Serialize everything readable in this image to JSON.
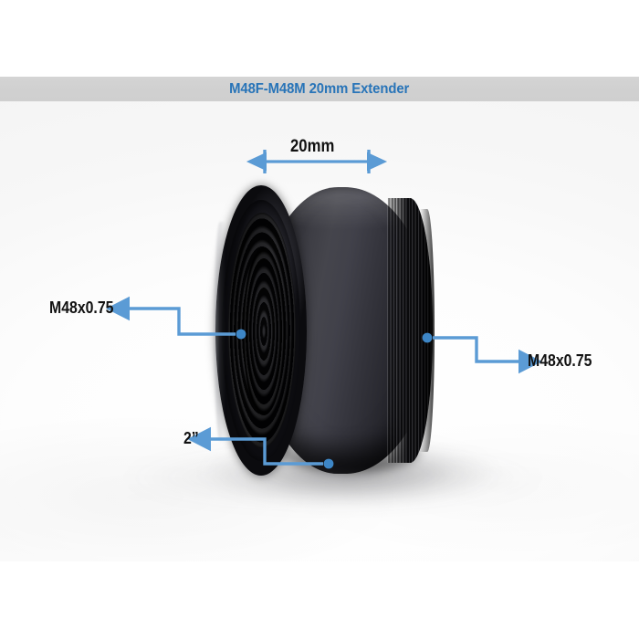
{
  "header": {
    "title": "M48F-M48M 20mm Extender",
    "title_color": "#2874b8",
    "band_color": "#d0d0d0"
  },
  "product": {
    "name": "M48F-M48M 20mm Extender",
    "body_color": "#26262c",
    "accent_color": "#5b9bd5"
  },
  "annotations": {
    "dimension": {
      "label": "20mm",
      "kind": "double-arrow",
      "text_color": "#111111",
      "line_color": "#5b9bd5"
    },
    "callouts": [
      {
        "id": "thread-female",
        "label": "M48x0.75",
        "side": "left",
        "arrow": "left",
        "text_color": "#111111",
        "line_color": "#5b9bd5"
      },
      {
        "id": "thread-male",
        "label": "M48x0.75",
        "side": "right",
        "arrow": "right",
        "text_color": "#111111",
        "line_color": "#5b9bd5"
      },
      {
        "id": "barrel-size",
        "label": "2”",
        "side": "left",
        "arrow": "left",
        "text_color": "#111111",
        "line_color": "#5b9bd5"
      }
    ]
  }
}
